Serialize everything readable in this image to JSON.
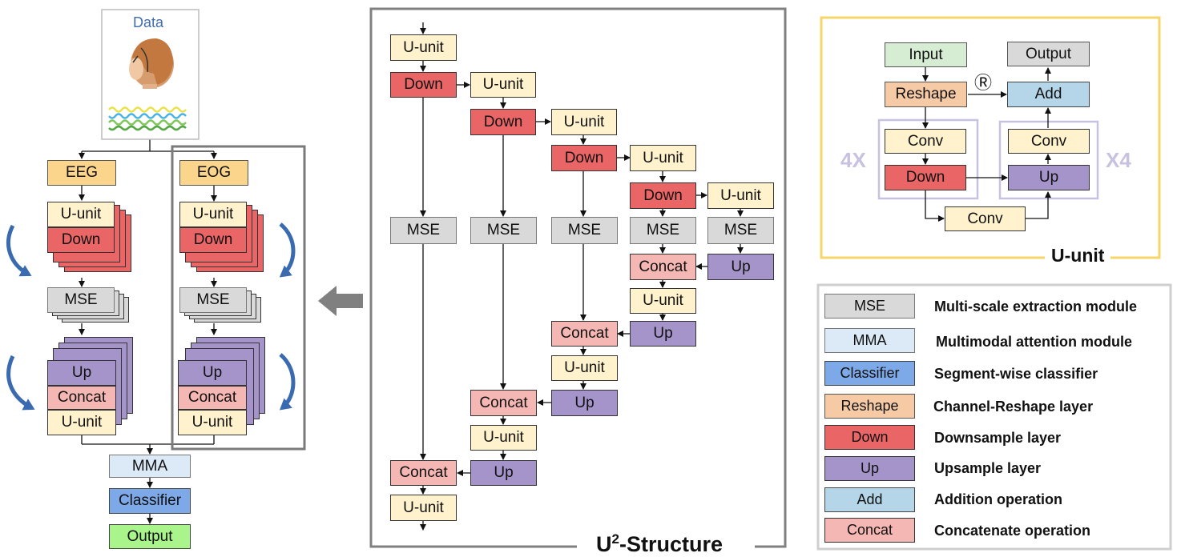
{
  "pipeline": {
    "data_label": "Data",
    "eeg": "EEG",
    "eog": "EOG",
    "u_unit": "U-unit",
    "down": "Down",
    "mse": "MSE",
    "up": "Up",
    "concat": "Concat",
    "mma": "MMA",
    "classifier": "Classifier",
    "output": "Output"
  },
  "u2": {
    "title": "U",
    "title_sup": "2",
    "title_rest": "-Structure",
    "u_unit": "U-unit",
    "down": "Down",
    "mse": "MSE",
    "concat": "Concat",
    "up": "Up"
  },
  "uunit": {
    "title": "U-unit",
    "input": "Input",
    "output": "Output",
    "reshape": "Reshape",
    "add": "Add",
    "conv": "Conv",
    "down": "Down",
    "up": "Up",
    "residual_mark": "Ⓡ",
    "repeat_left": "4X",
    "repeat_right": "X4"
  },
  "legend": [
    {
      "key": "MSE",
      "desc": "Multi-scale extraction module",
      "color": "#d9d9d9"
    },
    {
      "key": "MMA",
      "desc": "Multimodal attention module",
      "color": "#dce9f7"
    },
    {
      "key": "Classifier",
      "desc": "Segment-wise classifier",
      "color": "#7ea9e8"
    },
    {
      "key": "Reshape",
      "desc": "Channel-Reshape layer",
      "color": "#f6caa5"
    },
    {
      "key": "Down",
      "desc": "Downsample layer",
      "color": "#ea6565"
    },
    {
      "key": "Up",
      "desc": "Upsample layer",
      "color": "#a594c9"
    },
    {
      "key": "Add",
      "desc": "Addition operation",
      "color": "#b4d6e8"
    },
    {
      "key": "Concat",
      "desc": "Concatenate operation",
      "color": "#f4b7b3"
    }
  ],
  "colors": {
    "u_unit": "#fff2cc",
    "down": "#ea6565",
    "mse": "#d9d9d9",
    "concat": "#f4b7b3",
    "up": "#a594c9",
    "eeg": "#fcd58c",
    "mma": "#dce9f7",
    "classifier": "#7ea9e8",
    "output": "#a9f58c",
    "input": "#d6ecd3",
    "add": "#b4d6e8",
    "uunit_frame": "#f6d66a",
    "repeat_frame": "#c8c2e0",
    "curve_arrow": "#3a6bb0"
  }
}
